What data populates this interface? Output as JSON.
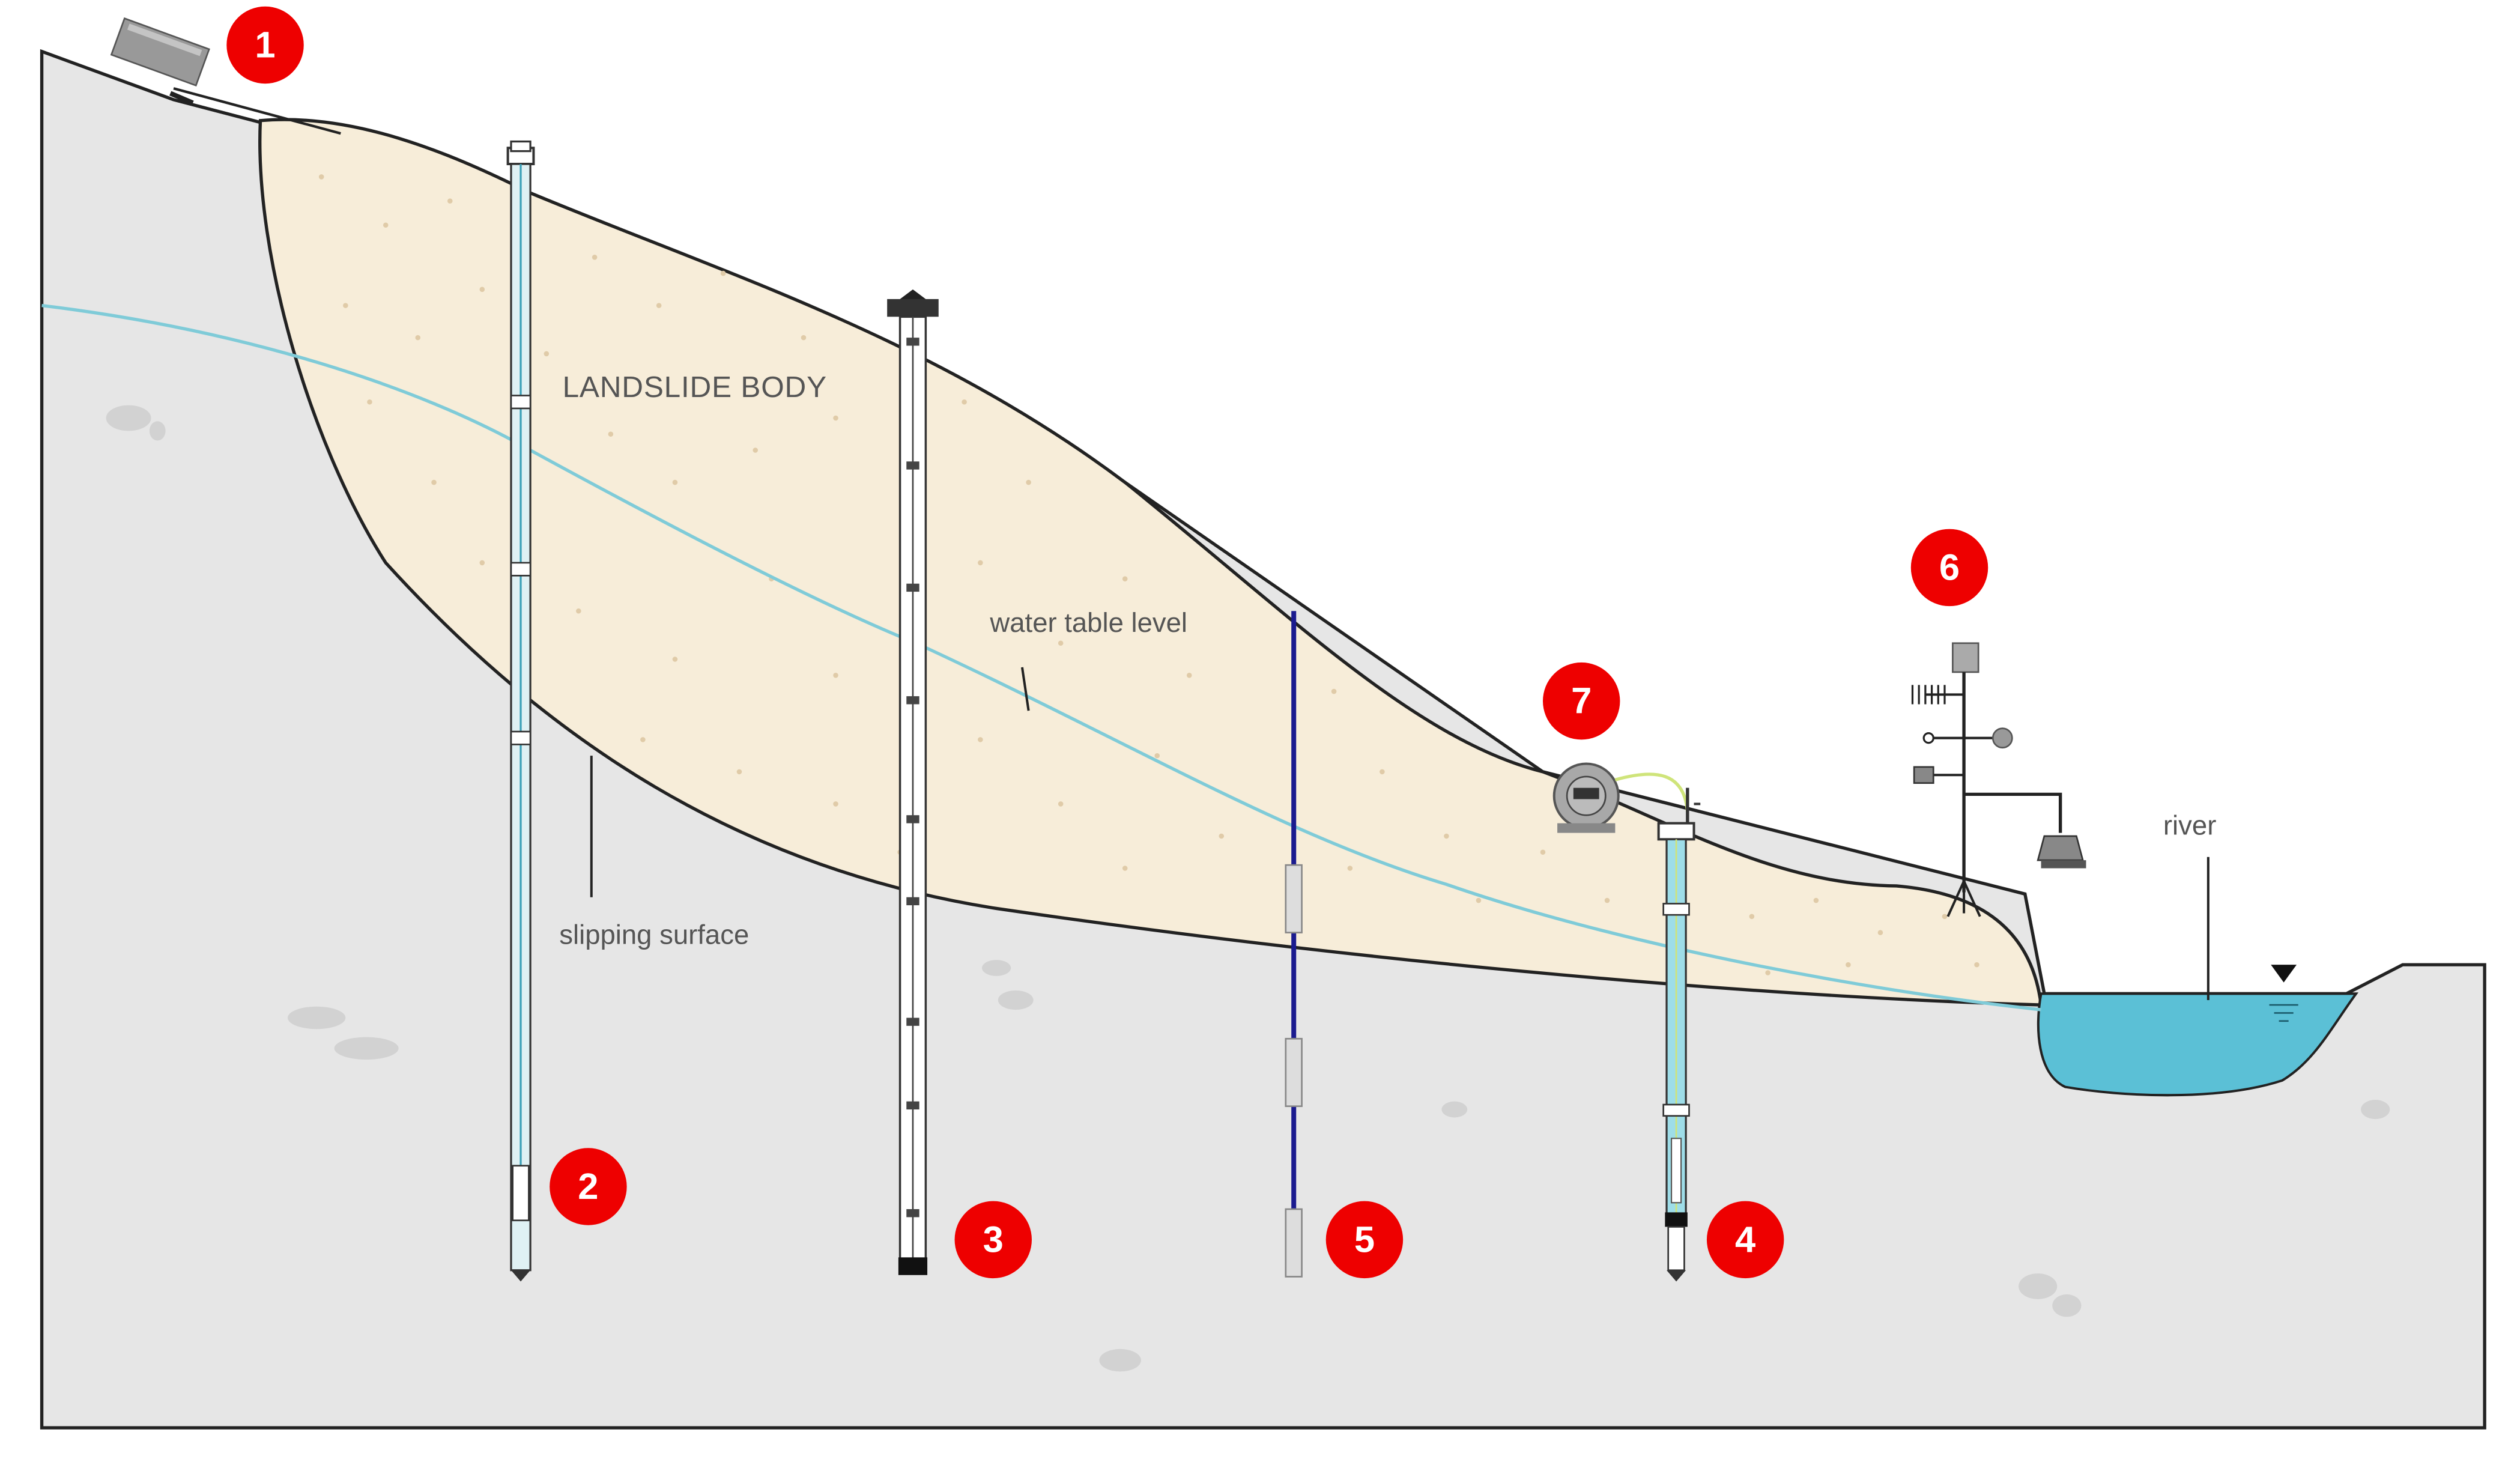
{
  "labels": {
    "landslide_body": "LANDSLIDE BODY",
    "water_table": "water table level",
    "slipping_surface": "slipping surface",
    "river": "river"
  },
  "badges": [
    {
      "number": "1",
      "instrument": "gnss-station"
    },
    {
      "number": "2",
      "instrument": "inclinometer"
    },
    {
      "number": "3",
      "instrument": "in-place-inclinometer"
    },
    {
      "number": "4",
      "instrument": "piezometer"
    },
    {
      "number": "5",
      "instrument": "extensometer"
    },
    {
      "number": "6",
      "instrument": "weather-station"
    },
    {
      "number": "7",
      "instrument": "data-logger"
    }
  ],
  "colors": {
    "ground": "#e6e6e6",
    "landslide_body": "#f7edd9",
    "water_table": "#7fcbd8",
    "river": "#5bc0d6",
    "badge": "#ee0000",
    "outline": "#222222",
    "extensometer": "#1b1b8f"
  }
}
